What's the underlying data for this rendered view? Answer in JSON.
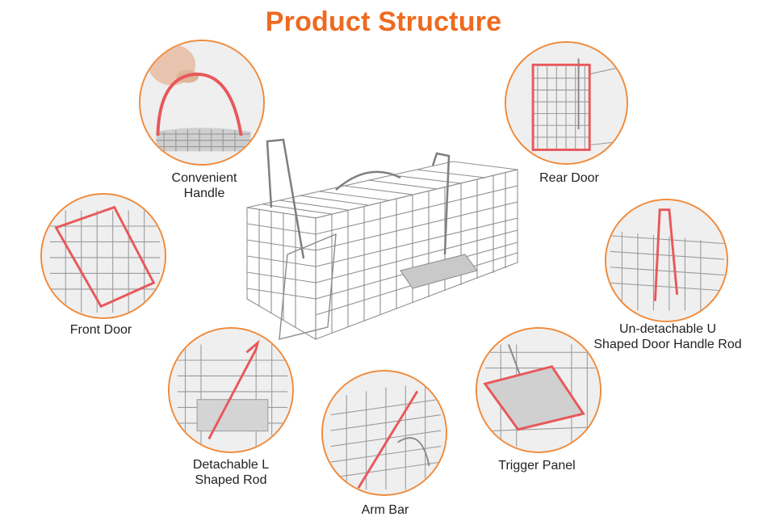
{
  "title": "Product Structure",
  "accent_color": "#ee6a1f",
  "highlight_color": "#e8585a",
  "features": [
    {
      "id": "convenient-handle",
      "label": "Convenient\nHandle"
    },
    {
      "id": "rear-door",
      "label": "Rear Door"
    },
    {
      "id": "front-door",
      "label": "Front Door"
    },
    {
      "id": "u-shaped-rod",
      "label": "Un-detachable U\nShaped Door Handle Rod"
    },
    {
      "id": "l-shaped-rod",
      "label": "Detachable L\nShaped Rod"
    },
    {
      "id": "arm-bar",
      "label": "Arm Bar"
    },
    {
      "id": "trigger-panel",
      "label": "Trigger Panel"
    }
  ]
}
